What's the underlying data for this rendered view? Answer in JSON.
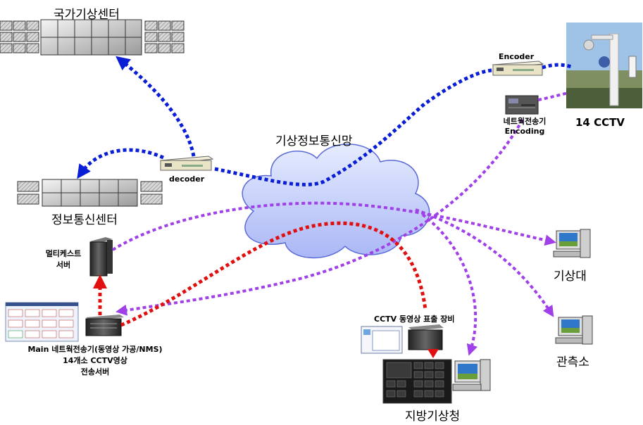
{
  "labels": {
    "kma_center": "국가기상센터",
    "info_center": "정보통신센터",
    "network": "기상정보통신망",
    "cctv": "14 CCTV",
    "encoder": "Encoder",
    "net_tx_line1": "네트웍전송기",
    "net_tx_line2": "Encoding",
    "decoder": "decoder",
    "multicast_line1": "멀티케스트",
    "multicast_line2": "서버",
    "main_line1": "Main 네트웍전송기(동영상 가공/NMS)",
    "main_line2": "14개소 CCTV영상",
    "main_line3": "전송서버",
    "display_equip": "CCTV 동영상 표출 장비",
    "weather_station": "기상대",
    "obs_station": "관측소",
    "regional_office": "지방기상청"
  },
  "colors": {
    "blue_link": "#0a1ed6",
    "purple_link": "#a040e8",
    "red_link": "#e01010"
  },
  "icons": [
    "video-wall-icon",
    "cloud-icon",
    "encoder-device-icon",
    "rack-server-icon",
    "desktop-computer-icon",
    "cctv-camera-photo"
  ]
}
